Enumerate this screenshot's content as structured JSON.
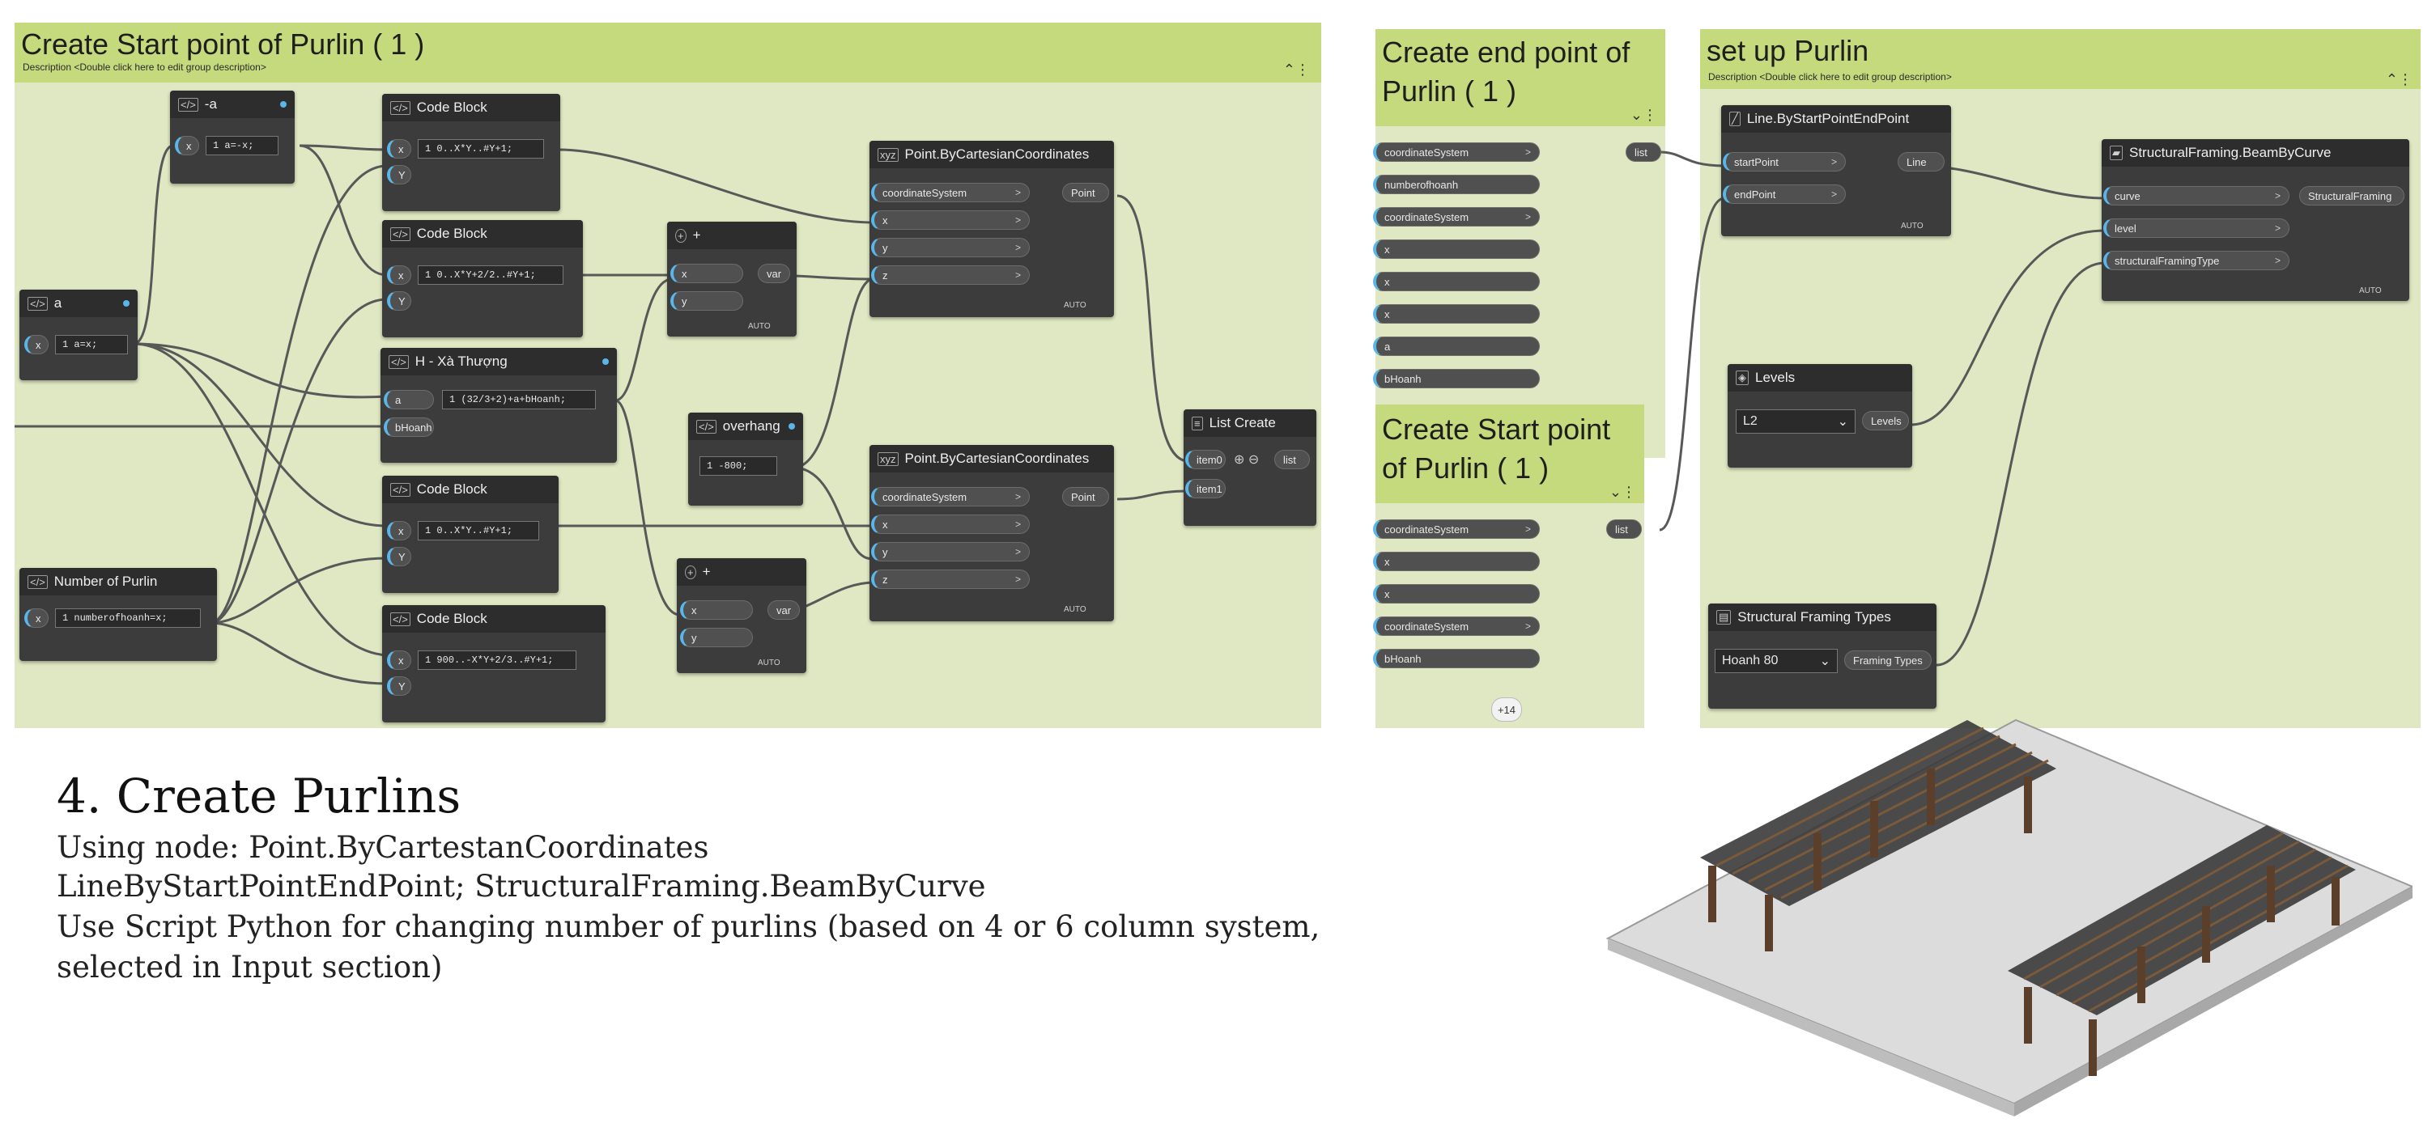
{
  "groups": {
    "left": {
      "title": "Create Start point of Purlin ( 1 )",
      "desc": "Description <Double click here to edit group description>"
    },
    "mid_top": {
      "title_l1": "Create end point of",
      "title_l2": "Purlin ( 1 )"
    },
    "mid_bottom": {
      "title_l1": "Create Start point",
      "title_l2": "of Purlin ( 1 )"
    },
    "right": {
      "title": "set up Purlin",
      "desc": "Description <Double click here to edit group description>"
    }
  },
  "nodes": {
    "neg_a": {
      "title": "-a",
      "port_x": "x",
      "code": "1 a=-x;"
    },
    "a": {
      "title": "a",
      "port_x": "x",
      "code": "1 a=x;"
    },
    "cb1": {
      "title": "Code Block",
      "port_x": "x",
      "port_y": "Y",
      "code": "1 0..X*Y..#Y+1;"
    },
    "cb2": {
      "title": "Code Block",
      "port_x": "x",
      "port_y": "Y",
      "code": "1 0..X*Y+2/2..#Y+1;"
    },
    "h_xa": {
      "title": "H - Xà Thượng",
      "in_a": "a",
      "in_b": "bHoanh",
      "code": "1 (32/3+2)+a+bHoanh;"
    },
    "cb3": {
      "title": "Code Block",
      "port_x": "x",
      "port_y": "Y",
      "code": "1 0..X*Y..#Y+1;"
    },
    "cb4": {
      "title": "Code Block",
      "port_x": "x",
      "port_y": "Y",
      "code": "1 900..-X*Y+2/3..#Y+1;"
    },
    "num_purlin": {
      "title": "Number of Purlin",
      "port_x": "x",
      "code": "1 numberofhoanh=x;"
    },
    "plus1": {
      "title": "+",
      "in_x": "x",
      "in_y": "y",
      "out": "var",
      "auto": "AUTO"
    },
    "plus2": {
      "title": "+",
      "in_x": "x",
      "in_y": "y",
      "out": "var",
      "auto": "AUTO"
    },
    "overhang": {
      "title": "overhang",
      "code": "1 -800;"
    },
    "pt1": {
      "title": "Point.ByCartesianCoordinates",
      "in": [
        "coordinateSystem",
        "x",
        "y",
        "z"
      ],
      "out": "Point",
      "auto": "AUTO"
    },
    "pt2": {
      "title": "Point.ByCartesianCoordinates",
      "in": [
        "coordinateSystem",
        "x",
        "y",
        "z"
      ],
      "out": "Point",
      "auto": "AUTO"
    },
    "list_create": {
      "title": "List Create",
      "in": [
        "item0",
        "item1"
      ],
      "out": "list"
    },
    "mid_top_ports": [
      "coordinateSystem",
      "numberofhoanh",
      "coordinateSystem",
      "x",
      "x",
      "x",
      "a",
      "bHoanh"
    ],
    "mid_top_out": "list",
    "mid_bottom_ports": [
      "coordinateSystem",
      "x",
      "x",
      "coordinateSystem",
      "bHoanh"
    ],
    "mid_bottom_out": "list",
    "mid_bottom_badge": "+14",
    "line": {
      "title": "Line.ByStartPointEndPoint",
      "in": [
        "startPoint",
        "endPoint"
      ],
      "out": "Line",
      "auto": "AUTO"
    },
    "beam": {
      "title": "StructuralFraming.BeamByCurve",
      "in": [
        "curve",
        "level",
        "structuralFramingType"
      ],
      "out": "StructuralFraming",
      "auto": "AUTO"
    },
    "levels": {
      "title": "Levels",
      "selected": "L2",
      "out": "Levels"
    },
    "framing_types": {
      "title": "Structural Framing Types",
      "selected": "Hoanh 80",
      "out": "Framing Types"
    }
  },
  "caption": {
    "title": "4. Create Purlins",
    "lines": [
      "Using node: Point.ByCartestanCoordinates",
      "LineByStartPointEndPoint; StructuralFraming.BeamByCurve",
      "Use Script Python for changing number of purlins (based on 4 or 6 column system,",
      "selected in Input section)"
    ]
  },
  "colors": {
    "group_bg": "#dfe8c2",
    "group_head": "#c4da7c",
    "node_bg": "#3c3c3c",
    "port_accent": "#5ab6e8"
  }
}
